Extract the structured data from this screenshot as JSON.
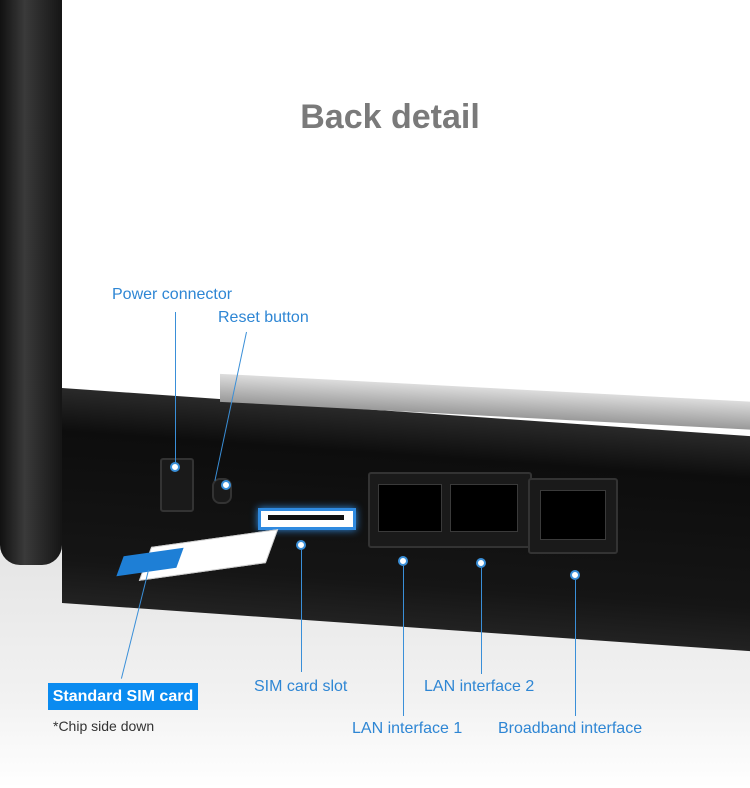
{
  "title": "Back detail",
  "labels": {
    "power": "Power connector",
    "reset": "Reset button",
    "sim_card": "Standard SIM card",
    "chip_note": "*Chip side down",
    "sim_slot": "SIM card slot",
    "lan1": "LAN interface 1",
    "lan2": "LAN interface 2",
    "wan": "Broadband interface"
  },
  "colors": {
    "accent": "#2e86d4",
    "badge": "#0a8bf0",
    "title": "#7a7a7a"
  }
}
